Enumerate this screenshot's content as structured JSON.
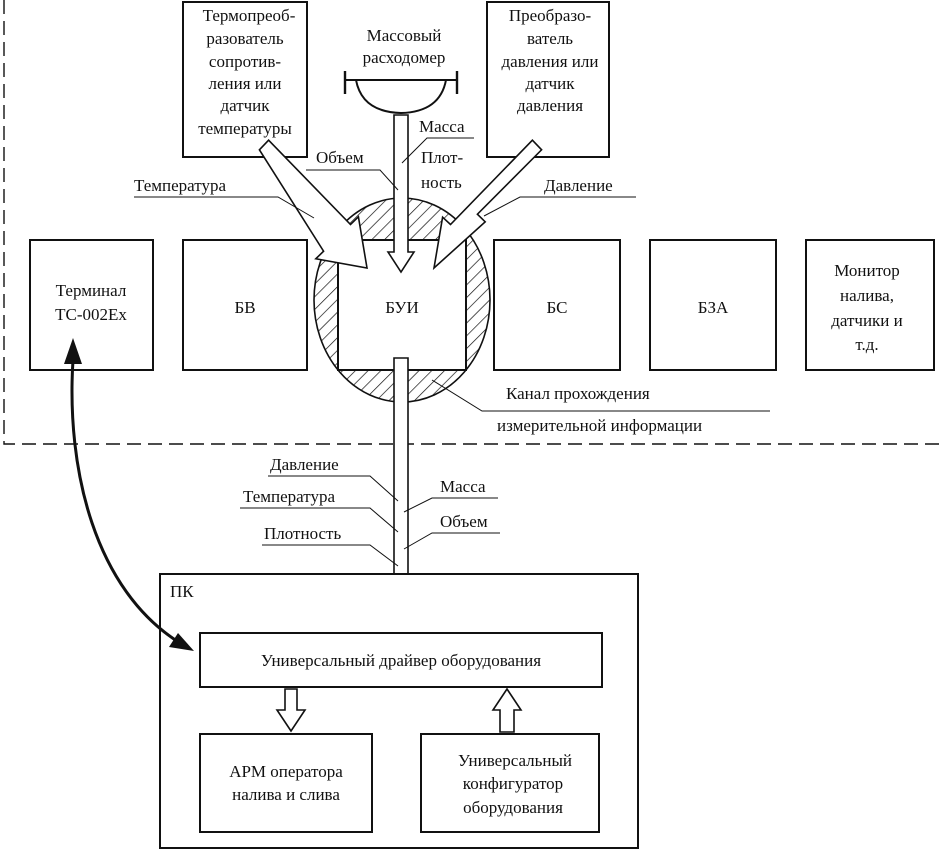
{
  "sensors": {
    "thermo": [
      "Термопреоб-",
      "разователь",
      "сопротив-",
      "ления или",
      "датчик",
      "температуры"
    ],
    "massflow": [
      "Массовый",
      "расходомер"
    ],
    "pressure": [
      "Преобразо-",
      "ватель",
      "давления или",
      "датчик",
      "давления"
    ]
  },
  "signals_top": {
    "mass": "Масса",
    "density_line1": "Плот-",
    "density_line2": "ность",
    "volume": "Объем",
    "temperature": "Температура",
    "pressure": "Давление"
  },
  "blocks": {
    "terminal": [
      "Терминал",
      "ТС-002Ex"
    ],
    "bv": "БВ",
    "bui": "БУИ",
    "bs": "БС",
    "bza": "БЗА",
    "monitor": [
      "Монитор",
      "налива,",
      "датчики и",
      "т.д."
    ]
  },
  "channel_label": [
    "Канал прохождения",
    "измерительной информации"
  ],
  "signals_bottom": {
    "pressure": "Давление",
    "temperature": "Температура",
    "density": "Плотность",
    "mass": "Масса",
    "volume": "Объем"
  },
  "pc": {
    "label": "ПК",
    "driver": "Универсальный драйвер оборудования",
    "arm": [
      "АРМ оператора",
      "налива и слива"
    ],
    "configurator": [
      "Универсальный",
      "конфигуратор",
      "оборудования"
    ]
  }
}
